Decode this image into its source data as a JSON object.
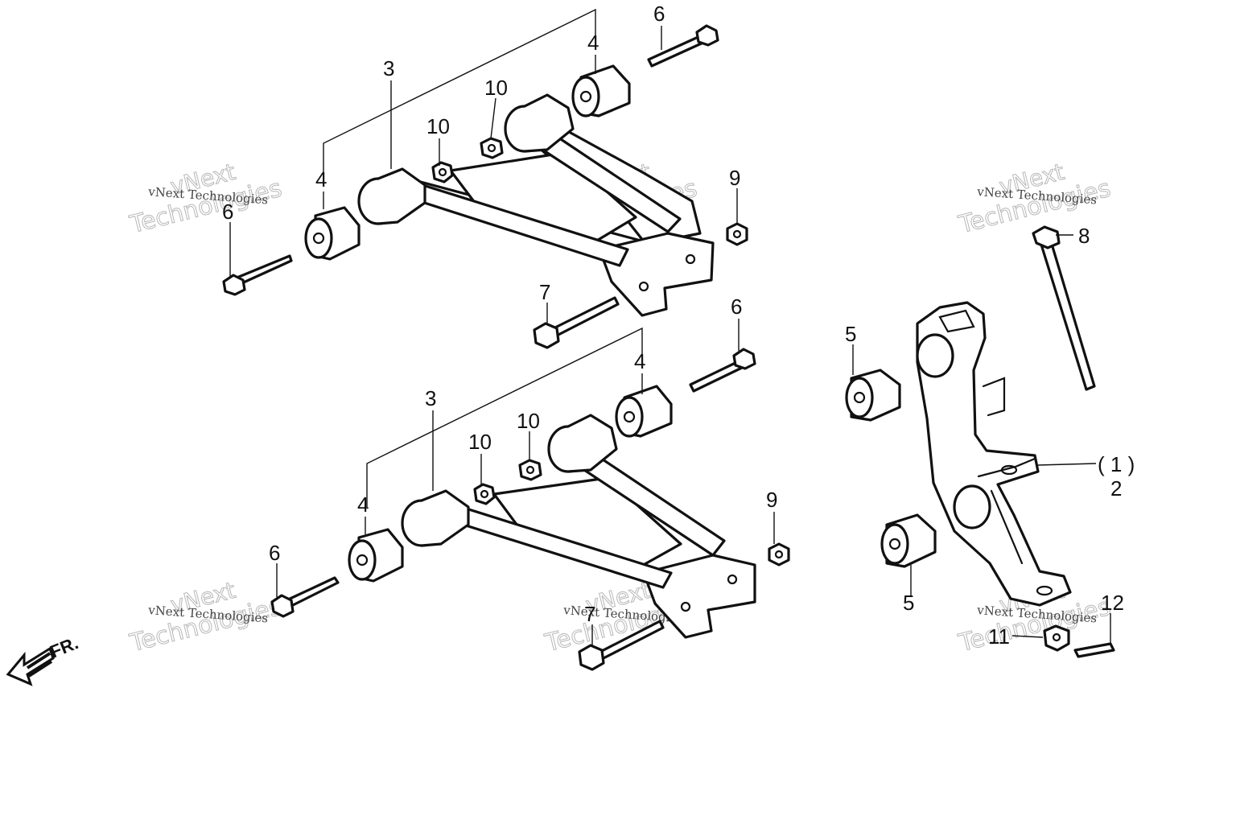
{
  "callouts": {
    "c1": "3",
    "c2": "4",
    "c3": "6",
    "c4": "4",
    "c5": "10",
    "c6": "10",
    "c7": "6",
    "c8": "9",
    "c9": "7",
    "c10": "3",
    "c11": "4",
    "c12": "6",
    "c13": "4",
    "c14": "10",
    "c15": "10",
    "c16": "6",
    "c17": "9",
    "c18": "7",
    "c19": "5",
    "c20": "5",
    "c21": "8",
    "c22": "( 1 )",
    "c23": "2",
    "c24": "11",
    "c25": "12"
  },
  "watermark": {
    "line1": "vNext Technologies",
    "big1": "vNext",
    "big2": "Technologies"
  },
  "direction": {
    "label": "FR."
  },
  "colors": {
    "ink": "#111111",
    "watermark": "#b0b0b0",
    "background": "#ffffff"
  }
}
